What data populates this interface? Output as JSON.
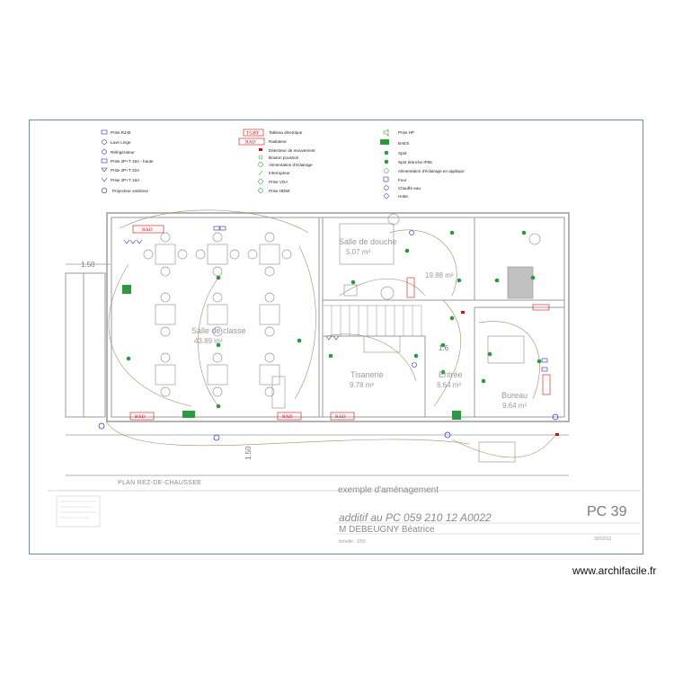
{
  "legend": {
    "col1": [
      "Prise RJ45",
      "Lave Linge",
      "Réfrigérateur",
      "Prise 2P+T 16A - haute",
      "Prise 2P+T 32A",
      "Prise 2P+T 16A",
      "Projecteur extérieur"
    ],
    "col2": [
      "Tableau électrique",
      "Radiateur",
      "Détecteur de mouvement",
      "Bouton poussoir",
      "Alimentation d'éclairage",
      "Interrupteur",
      "Prise VGA",
      "Prise HDMI"
    ],
    "col3": [
      "Prise HP",
      "BAES",
      "Spot",
      "Spot étanche IP55",
      "Alimentation d'éclairage en applique",
      "Four",
      "Chauffe eau",
      "Hotte"
    ],
    "symbols": {
      "tgbt": "TGBT",
      "rad": "RAD"
    }
  },
  "rooms": [
    {
      "name": "Salle de classe",
      "area": "43.89 m²"
    },
    {
      "name": "Salle de douche",
      "area": "5.07 m²"
    },
    {
      "name": "",
      "area": "19.88 m²"
    },
    {
      "name": "Tisanerie",
      "area": "9.78 m²"
    },
    {
      "name": "Entrée",
      "area": "6.64 m²"
    },
    {
      "name": "Bureau",
      "area": "9.64 m²"
    }
  ],
  "dimensions": {
    "d1": "1.50",
    "d2": "1.50",
    "d3": "1.6"
  },
  "plan_title": "PLAN REZ-DE-CHAUSSEE",
  "title_block": {
    "subtitle": "exemple d'aménagement",
    "project": "additif au PC 059 210 12 A0022",
    "owner": "M DEBEUGNY Béatrice",
    "scale": "échelle : 1/50",
    "date": "30/02/13",
    "sheet": "PC 39"
  },
  "watermark": "www.archifacile.fr",
  "colors": {
    "rad": "#d01010",
    "green": "#2a9a3a",
    "blue": "#2a2ab8",
    "wiring": "#b08868",
    "walls": "#9a9a9a",
    "frame": "#6a8ab0"
  }
}
